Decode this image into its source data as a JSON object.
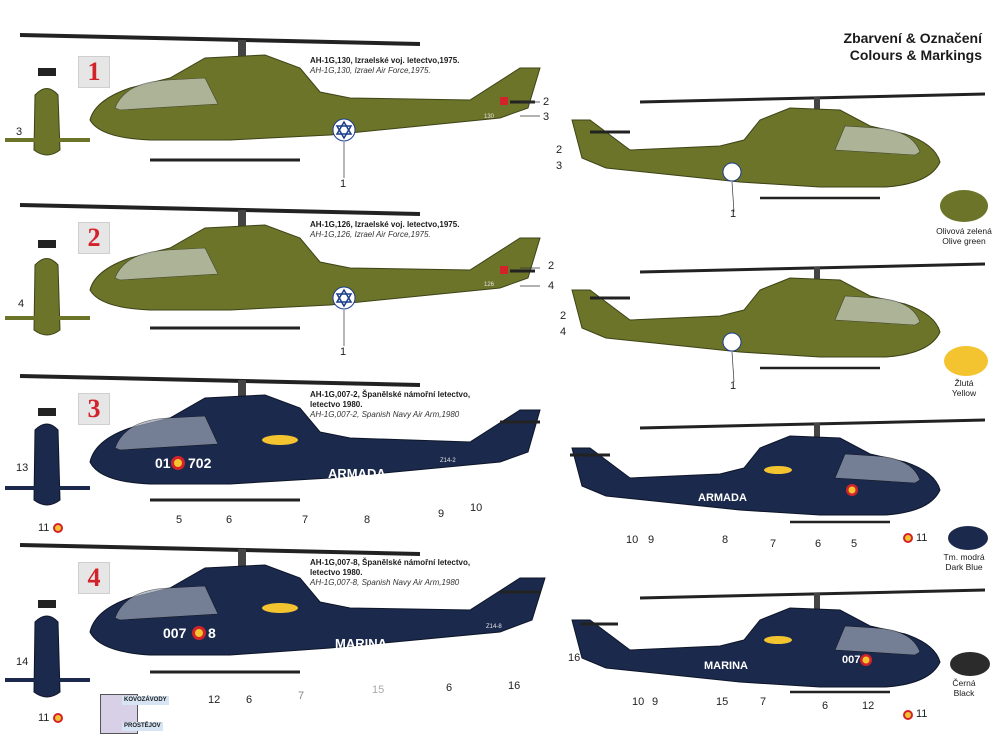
{
  "header": {
    "line1": "Zbarvení & Označení",
    "line2": "Colours & Markings"
  },
  "colors": {
    "olive": "#6b7429",
    "navy": "#1b2a4c",
    "rotor": "#222222",
    "roundel_red": "#d2232a",
    "roundel_yellow": "#f4c430"
  },
  "schemes": [
    {
      "number": "1",
      "title_cz": "AH-1G,130, Izraelské voj. letectvo,1975.",
      "title_en": "AH-1G,130, Izrael Air Force,1975."
    },
    {
      "number": "2",
      "title_cz": "AH-1G,126, Izraelské voj. letectvo,1975.",
      "title_en": "AH-1G,126, Izrael Air Force,1975."
    },
    {
      "number": "3",
      "title_cz_1": "AH-1G,007-2, Španělské námořní letectvo,",
      "title_cz_2": "letectvo 1980.",
      "title_en": "AH-1G,007-2, Spanish Navy Air Arm,1980"
    },
    {
      "number": "4",
      "title_cz_1": "AH-1G,007-8, Španělské námořní letectvo,",
      "title_cz_2": "letectvo 1980.",
      "title_en": "AH-1G,007-8, Spanish Navy Air Arm,1980"
    }
  ],
  "fuselage_markings": {
    "armada": "ARMADA",
    "marina": "MARINA",
    "serial_3_left": "01",
    "serial_3_right": "702",
    "serial_4_left": "007",
    "serial_4_right": "8",
    "tail_1": "130",
    "tail_2": "126",
    "tail_3": "Z14-2",
    "tail_4": "Z14-8"
  },
  "callouts": {
    "c1": "1",
    "c2": "2",
    "c3": "3",
    "c4": "4",
    "c5": "5",
    "c6": "6",
    "c7": "7",
    "c8": "8",
    "c9": "9",
    "c10": "10",
    "c11": "11",
    "c12": "12",
    "c13": "13",
    "c14": "14",
    "c15": "15",
    "c16": "16"
  },
  "swatches": [
    {
      "cz": "Olivová zelená",
      "en": "Olive green",
      "color": "#6b7429"
    },
    {
      "cz": "Žlutá",
      "en": "Yellow",
      "color": "#f4c430"
    },
    {
      "cz": "Tm. modrá",
      "en": "Dark Blue",
      "color": "#1b2a4c"
    },
    {
      "cz": "Černá",
      "en": "Black",
      "color": "#2b2b2b"
    }
  ],
  "logo": {
    "line1": "KOVOZÁVODY",
    "line2": "PROSTĚJOV"
  }
}
